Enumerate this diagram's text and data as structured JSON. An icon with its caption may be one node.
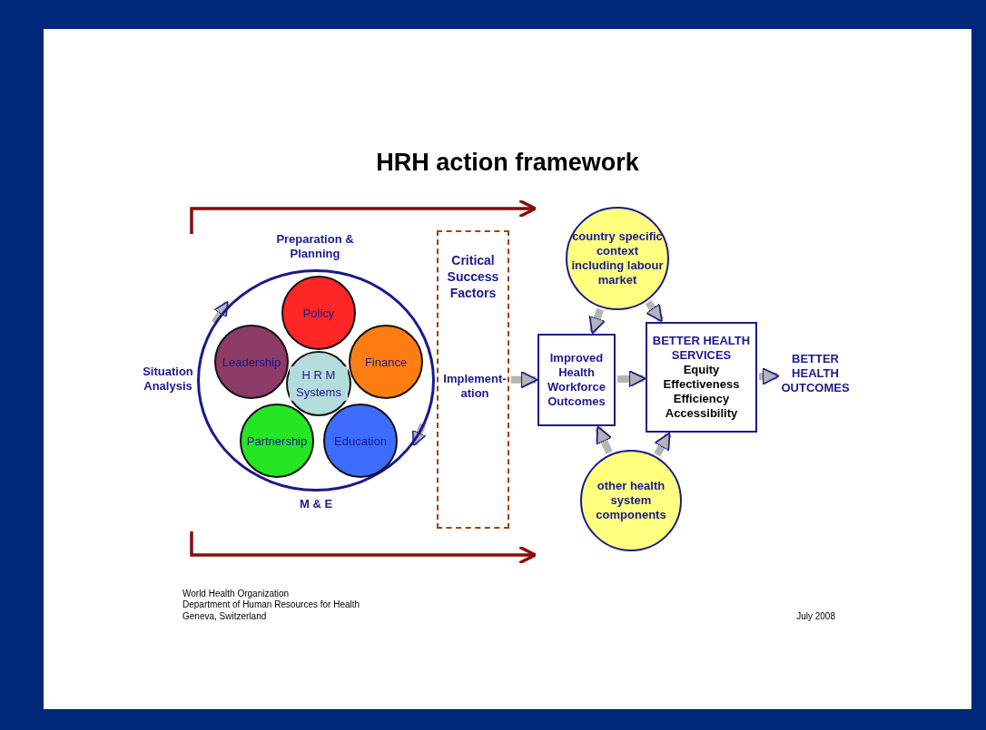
{
  "diagram": {
    "title": "HRH action framework",
    "nodes": [
      {
        "text": [],
        "shape": "circle"
      },
      {
        "text": [
          "Policy"
        ],
        "in": 0
      },
      {
        "text": [
          "Finance"
        ],
        "in": 0
      },
      {
        "text": [
          "Education"
        ],
        "in": 0
      },
      {
        "text": [
          "Partnership"
        ],
        "in": 0
      },
      {
        "text": [
          "Leadership"
        ],
        "in": 0
      },
      {
        "text": [
          "H R M Systems"
        ],
        "in": 0
      },
      {
        "text": [
          "Critical Success Factors",
          "Implement-ation"
        ]
      },
      {
        "text": [
          "country specific context including labour market"
        ]
      },
      {
        "text": [
          "Improved Health Workforce Outcomes"
        ]
      },
      {
        "text": [
          "BETTER HEALTH SERVICES",
          "Equity Effectiveness Efficiency Accessibility"
        ]
      },
      {
        "text": [
          "other health system components"
        ]
      },
      {
        "text": [
          "BETTER HEALTH OUTCOMES"
        ]
      }
    ],
    "edges": [
      {
        "from": 7,
        "to": 9,
        "arrow": "to"
      },
      {
        "from": 9,
        "to": 10,
        "arrow": "to"
      },
      {
        "from": 10,
        "to": 12,
        "arrow": "to"
      },
      {
        "from": 8,
        "to": 9,
        "arrow": "to"
      },
      {
        "from": 8,
        "to": 10,
        "arrow": "to"
      },
      {
        "from": 11,
        "to": 9,
        "arrow": "to"
      },
      {
        "from": 11,
        "to": 10,
        "arrow": "to"
      }
    ],
    "labels": [
      "Preparation & Planning",
      "Situation Analysis",
      "M & E",
      "World Health Organization",
      "Department of Human Resources for Health",
      "Geneva, Switzerland",
      "July 2008"
    ]
  }
}
